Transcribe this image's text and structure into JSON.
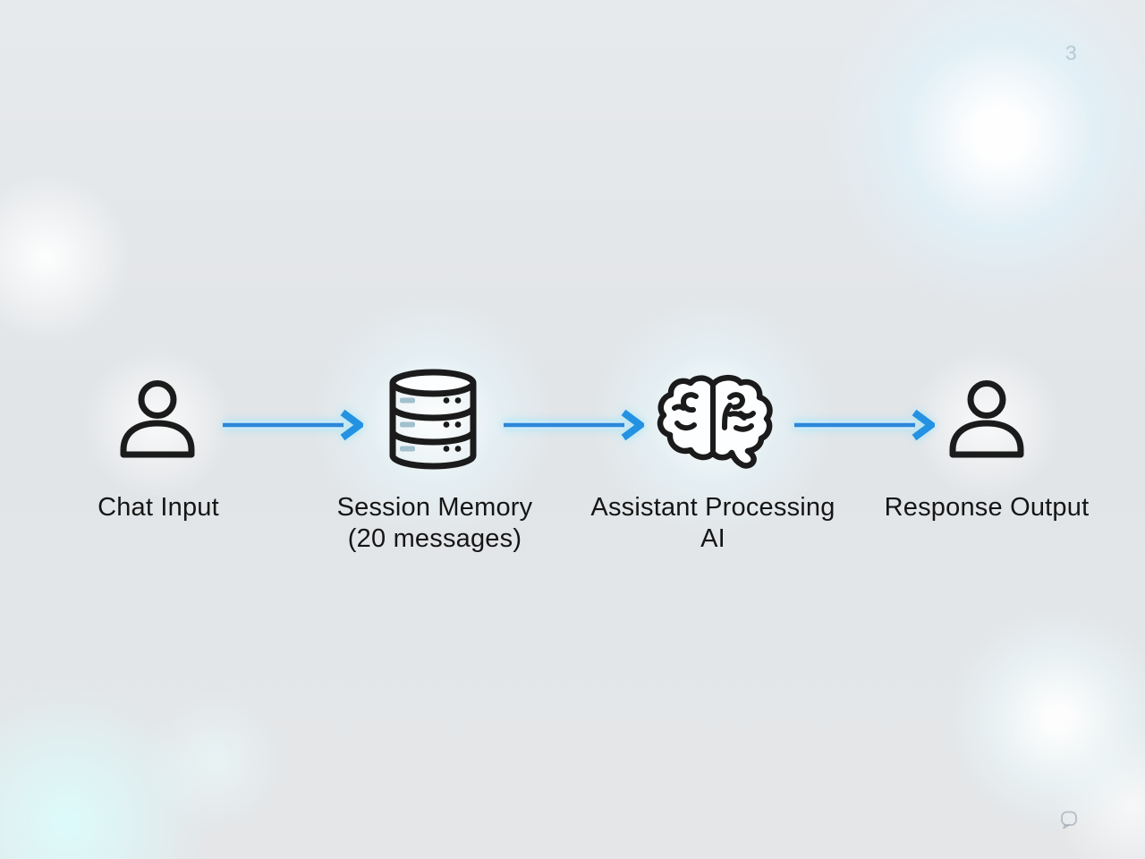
{
  "page": {
    "background_base": "#e3e6e9",
    "text_color": "#151515"
  },
  "flow": {
    "connector_color": "#2d86d8",
    "connector_head_color": "#2492e2",
    "nodes": [
      {
        "id": "chat-input",
        "icon": "user-icon",
        "label_line1": "Chat Input",
        "label_line2": ""
      },
      {
        "id": "session-memory",
        "icon": "database-icon",
        "label_line1": "Session Memory",
        "label_line2": "(20 messages)"
      },
      {
        "id": "assistant-processing",
        "icon": "brain-icon",
        "label_line1": "Assistant Processing",
        "label_line2": "AI"
      },
      {
        "id": "response-output",
        "icon": "user-icon",
        "label_line1": "Response Output",
        "label_line2": ""
      }
    ],
    "connections": [
      {
        "from": "chat-input",
        "to": "session-memory"
      },
      {
        "from": "session-memory",
        "to": "assistant-processing"
      },
      {
        "from": "assistant-processing",
        "to": "response-output"
      }
    ]
  },
  "icon_colors": {
    "outline": "#1b1b1b",
    "database_slot": "#a2c0ce"
  },
  "watermarks": {
    "corner_number": "3",
    "chat_bubble_icon": "speech-bubble-outline"
  }
}
